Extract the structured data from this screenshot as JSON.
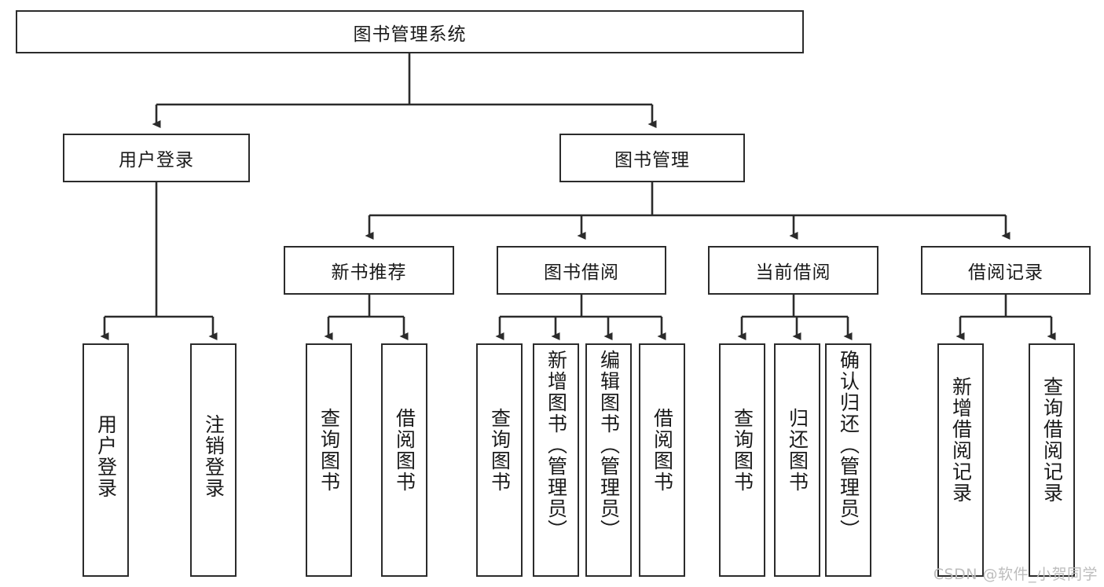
{
  "diagram": {
    "title_node": {
      "label": "图书管理系统"
    },
    "level2": [
      {
        "label": "用户登录"
      },
      {
        "label": "图书管理"
      }
    ],
    "level3": [
      {
        "label": "新书推荐"
      },
      {
        "label": "图书借阅"
      },
      {
        "label": "当前借阅"
      },
      {
        "label": "借阅记录"
      }
    ],
    "leaves": {
      "user_login": [
        {
          "label": "用户登录"
        },
        {
          "label": "注销登录"
        }
      ],
      "new_book_recommend": [
        {
          "label": "查询图书"
        },
        {
          "label": "借阅图书"
        }
      ],
      "book_borrow": [
        {
          "label": "查询图书"
        },
        {
          "label": "新增图书（管理员）"
        },
        {
          "label": "编辑图书（管理员）"
        },
        {
          "label": "借阅图书"
        }
      ],
      "current_borrow": [
        {
          "label": "查询图书"
        },
        {
          "label": "归还图书"
        },
        {
          "label": "确认归还（管理员）"
        }
      ],
      "borrow_record": [
        {
          "label": "新增借阅记录"
        },
        {
          "label": "查询借阅记录"
        }
      ]
    }
  },
  "watermark": {
    "text": "CSDN @软件_小贺同学"
  },
  "colors": {
    "border": "#2b2b2b",
    "text": "#1a1a1a",
    "background": "#ffffff",
    "watermark": "#bdbdbd"
  }
}
